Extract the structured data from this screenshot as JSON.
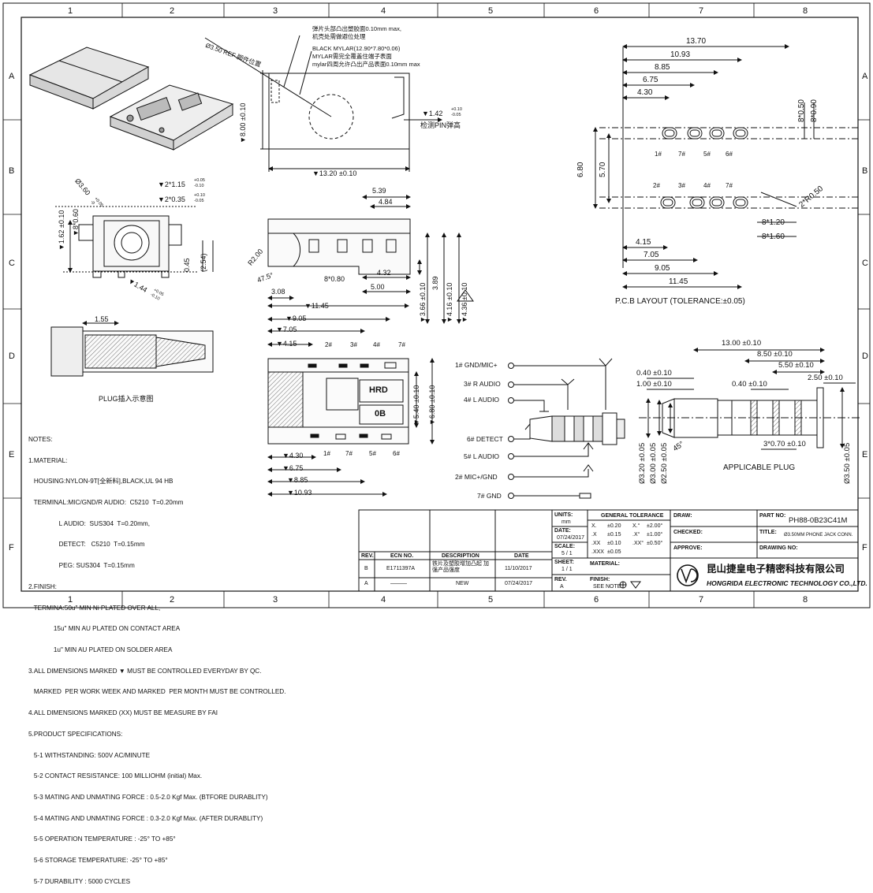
{
  "border": {
    "columns": [
      "1",
      "2",
      "3",
      "4",
      "5",
      "6",
      "7",
      "8"
    ],
    "rows": [
      "A",
      "B",
      "C",
      "D",
      "E",
      "F"
    ]
  },
  "top_callouts": {
    "ref_hole": "Ø3.50 REF 脚件位置",
    "note_line1": "弹片头部凸出塑胶面0.10mm max,",
    "note_line2": "机壳处需做避位处理",
    "mylar_1": "BLACK MYLAR(12.90*7.80*0.06)",
    "mylar_2": "MYLAR需完全覆盖住端子表面",
    "mylar_3": "mylar四周允许凸出产品表面0.10mm max",
    "dim_800": "▼8.00 ±0.10",
    "dim_1320": "▼13.20 ±0.10",
    "dim_142": "▼1.42",
    "dim_142_tol_up": "+0.10",
    "dim_142_tol_dn": "-0.05",
    "detect_pin": "检测PIN弹高"
  },
  "side_view": {
    "dim_115": "▼2*1.15",
    "dim_115_tol_up": "+0.05",
    "dim_115_tol_dn": "-0.10",
    "dim_035": "▼2*0.35",
    "dim_035_tol_up": "+0.10",
    "dim_035_tol_dn": "-0.05",
    "dim_360": "Ø3.60",
    "dim_360_tol_up": "+0.05",
    "dim_360_tol_dn": "-0",
    "dim_162": "▼1.62 ±0.10",
    "dim_8060": "▼8*0.60",
    "dim_045": "0.45",
    "dim_254": "(2.54)",
    "dim_144": "▼1.44",
    "dim_144_tol_up": "+0.05",
    "dim_144_tol_dn": "-0.10",
    "plug_155": "1.55",
    "plug_caption": "PLUG插入示意图"
  },
  "front_view": {
    "dim_539": "5.39",
    "dim_484": "4.84",
    "dim_r200": "R2.00",
    "dim_475": "47.5°",
    "dim_880": "8*0.80",
    "dim_432": "4.32",
    "dim_500": "5.00",
    "dim_308": "3.08",
    "dim_389": "3.89",
    "dim_366": "▼3.66 ±0.10",
    "dim_416": "▼4.16 ±0.10",
    "dim_436": "▼4.36 ±0.10"
  },
  "bottom_view": {
    "dim_1145": "▼11.45",
    "dim_905": "▼9.05",
    "dim_705": "▼7.05",
    "dim_415": "▼4.15",
    "dim_540": "▼5.40 ±0.10",
    "dim_680": "▼6.80 ±0.10",
    "dim_430": "▼4.30",
    "dim_675": "▼6.75",
    "dim_885": "▼8.85",
    "dim_1093": "▼10.93",
    "pin_labels_top": [
      "2#",
      "3#",
      "4#",
      "7#"
    ],
    "pin_labels_bottom": [
      "1#",
      "7#",
      "5#",
      "6#"
    ],
    "marking_1": "HRD",
    "marking_2": "0B"
  },
  "schematic": {
    "pins": [
      "1# GND/MIC+",
      "3# R AUDIO",
      "4# L AUDIO",
      "6# DETECT",
      "5# L AUDIO",
      "2# MIC+/GND",
      "7# GND"
    ]
  },
  "pcb": {
    "caption": "P.C.B LAYOUT (TOLERANCE:±0.05)",
    "dims_top": [
      "13.70",
      "10.93",
      "8.85",
      "6.75",
      "4.30"
    ],
    "dims_bottom": [
      "4.15",
      "7.05",
      "9.05",
      "11.45"
    ],
    "dim_680": "6.80",
    "dim_570": "5.70",
    "dim_8050": "8*0.50",
    "dim_8090": "8*0.90",
    "dim_8120": "8*1.20",
    "dim_8160": "8*1.60",
    "dim_r050": "2*R0.50",
    "pad_labels_top": [
      "1#",
      "7#",
      "5#",
      "6#"
    ],
    "pad_labels_bottom": [
      "2#",
      "3#",
      "4#",
      "7#"
    ]
  },
  "applicable_plug": {
    "caption": "APPLICABLE PLUG",
    "dim_1300": "13.00 ±0.10",
    "dim_850": "8.50 ±0.10",
    "dim_550": "5.50 ±0.10",
    "dim_040a": "0.40 ±0.10",
    "dim_100": "1.00 ±0.10",
    "dim_040b": "0.40 ±0.10",
    "dim_250": "2.50 ±0.10",
    "dim_45": "45°",
    "dim_3070": "3*0.70 ±0.10",
    "dims_vertical": [
      "Ø3.20 ±0.05",
      "Ø3.00 ±0.05",
      "Ø2.50 ±0.05"
    ],
    "dim_350": "Ø3.50 ±0.05"
  },
  "notes": [
    "NOTES:",
    "1.MATERIAL:",
    "   HOUSING:NYLON-9T[全新料],BLACK,UL 94 HB",
    "   TERMINAL:MIC/GND/R AUDIO:  C5210  T=0.20mm",
    "                 L AUDIO:  SUS304  T=0.20mm,",
    "                 DETECT:   C5210  T=0.15mm",
    "                 PEG: SUS304  T=0.15mm",
    "2.FINISH:",
    "   TERMINA:50u\" MIN Ni PLATED OVER ALL,",
    "              15u\" MIN AU PLATED ON CONTACT AREA",
    "              1u\" MIN AU PLATED ON SOLDER AREA",
    "3.ALL DIMENSIONS MARKED ▼ MUST BE CONTROLLED EVERYDAY BY QC.",
    "   MARKED  PER WORK WEEK AND MARKED  PER MONTH MUST BE CONTROLLED.",
    "4.ALL DIMENSIONS MARKED (XX) MUST BE MEASURE BY FAI",
    "5.PRODUCT SPECIFICATIONS:",
    "   5-1 WITHSTANDING: 500V AC/MINUTE",
    "   5-2 CONTACT RESISTANCE: 100 MILLIOHM (initial) Max.",
    "   5-3 MATING AND UNMATING FORCE : 0.5-2.0 Kgf Max. (BTFORE DURABLITY)",
    "   5-4 MATING AND UNMATING FORCE : 0.3-2.0 Kgf Max. (AFTER DURABLITY)",
    "   5-5 OPERATION TEMPERATURE : -25° TO +85°",
    "   5-6 STORAGE TEMPERATURE: -25° TO +85°",
    "   5-7 DURABILITY : 5000 CYCLES"
  ],
  "title_block": {
    "rev_rows": [
      {
        "rev": "B",
        "ecn": "E1711397A",
        "desc": "铁片及塑胶增加凸起 加强产品强度",
        "date": "11/10/2017"
      },
      {
        "rev": "A",
        "ecn": "———",
        "desc": "NEW",
        "date": "07/24/2017"
      }
    ],
    "rev_head": {
      "rev": "REV.",
      "ecn": "ECN NO.",
      "desc": "DESCRIPTION",
      "date": "DATE"
    },
    "units_label": "UNITS:",
    "units_value": "mm",
    "date_label": "DATE:",
    "date_value": "07/24/2017",
    "scale_label": "SCALE:",
    "scale_value": "5 / 1",
    "sheet_label": "SHEET:",
    "sheet_value": "1 / 1",
    "rev_label": "REV.",
    "rev_value": "A",
    "tol_title": "GENERAL TOLERANCE",
    "tol_rows": [
      [
        "X.",
        "±0.20",
        "X.°",
        "±2.00°"
      ],
      [
        ".X",
        "±0.15",
        ".X°",
        "±1.00°"
      ],
      [
        ".XX",
        "±0.10",
        ".XX°",
        "±0.50°"
      ],
      [
        ".XXX",
        "±0.05",
        "",
        ""
      ]
    ],
    "material_label": "MATERIAL:",
    "finish_label": "FINISH:",
    "finish_value": "SEE NOTE",
    "draw_label": "DRAW:",
    "checked_label": "CHECKED:",
    "approve_label": "APPROVE:",
    "part_label": "PART NO:",
    "part_value": "PH88-0B23C41M",
    "title_label": "TITLE:",
    "title_value": "Ø3.50MM PHONE JACK CONN.",
    "drawing_label": "DRAWING NO:",
    "company_cn": "昆山捷皇电子精密科技有限公司",
    "company_en": "HONGRIDA ELECTRONIC TECHNOLOGY CO.,LTD."
  }
}
